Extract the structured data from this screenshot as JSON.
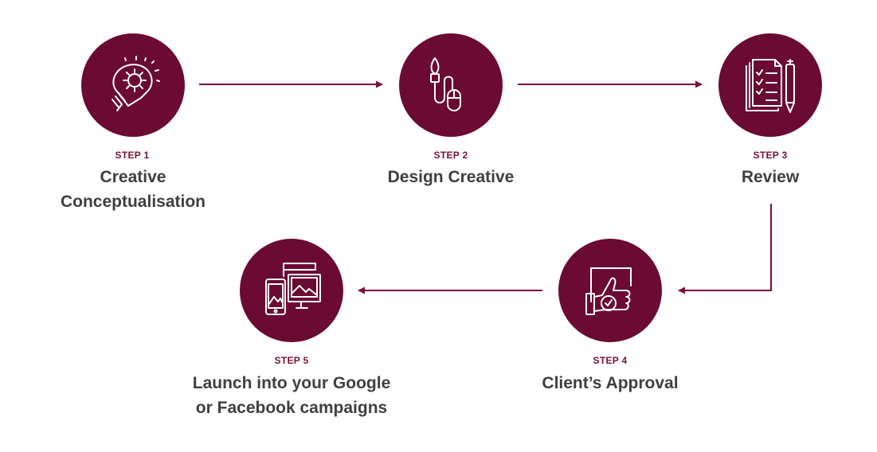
{
  "colors": {
    "accent": "#6b0a32",
    "step_label": "#7a0f38",
    "title": "#3f3f3f",
    "arrow": "#7a0f38"
  },
  "steps": [
    {
      "label": "STEP 1",
      "title_lines": [
        "Creative",
        "Conceptualisation"
      ],
      "icon": "lightbulb-gear-icon"
    },
    {
      "label": "STEP 2",
      "title_lines": [
        "Design Creative"
      ],
      "icon": "brush-mouse-icon"
    },
    {
      "label": "STEP 3",
      "title_lines": [
        "Review"
      ],
      "icon": "checklist-pen-icon"
    },
    {
      "label": "STEP 4",
      "title_lines": [
        "Client’s Approval"
      ],
      "icon": "thumbs-up-check-icon"
    },
    {
      "label": "STEP 5",
      "title_lines": [
        "Launch into your Google",
        "or Facebook campaigns"
      ],
      "icon": "devices-icon"
    }
  ]
}
